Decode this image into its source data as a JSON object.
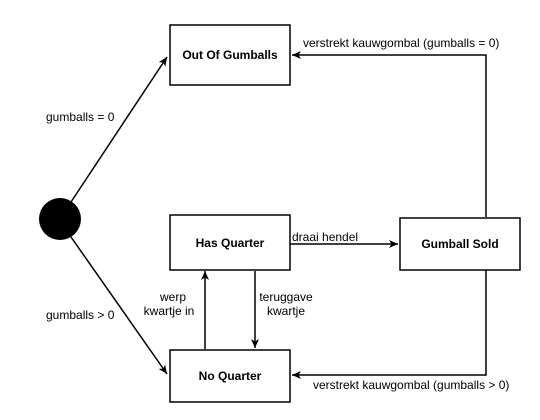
{
  "colors": {
    "background": "#ffffff",
    "stroke": "#000000",
    "node_fill": "#ffffff",
    "initial_fill": "#000000"
  },
  "states": {
    "out_of_gumballs": "Out Of Gumballs",
    "has_quarter": "Has Quarter",
    "no_quarter": "No Quarter",
    "gumball_sold": "Gumball Sold"
  },
  "transitions": {
    "initial_to_out": "gumballs = 0",
    "initial_to_no_quarter": "gumballs > 0",
    "insert_quarter": [
      "werp",
      "kwartje in"
    ],
    "eject_quarter": [
      "teruggave",
      "kwartje"
    ],
    "turn_crank": "draai hendel",
    "dispense_empty": "verstrekt kauwgombal (gumballs = 0)",
    "dispense_more": "verstrekt kauwgombal (gumballs > 0)"
  }
}
